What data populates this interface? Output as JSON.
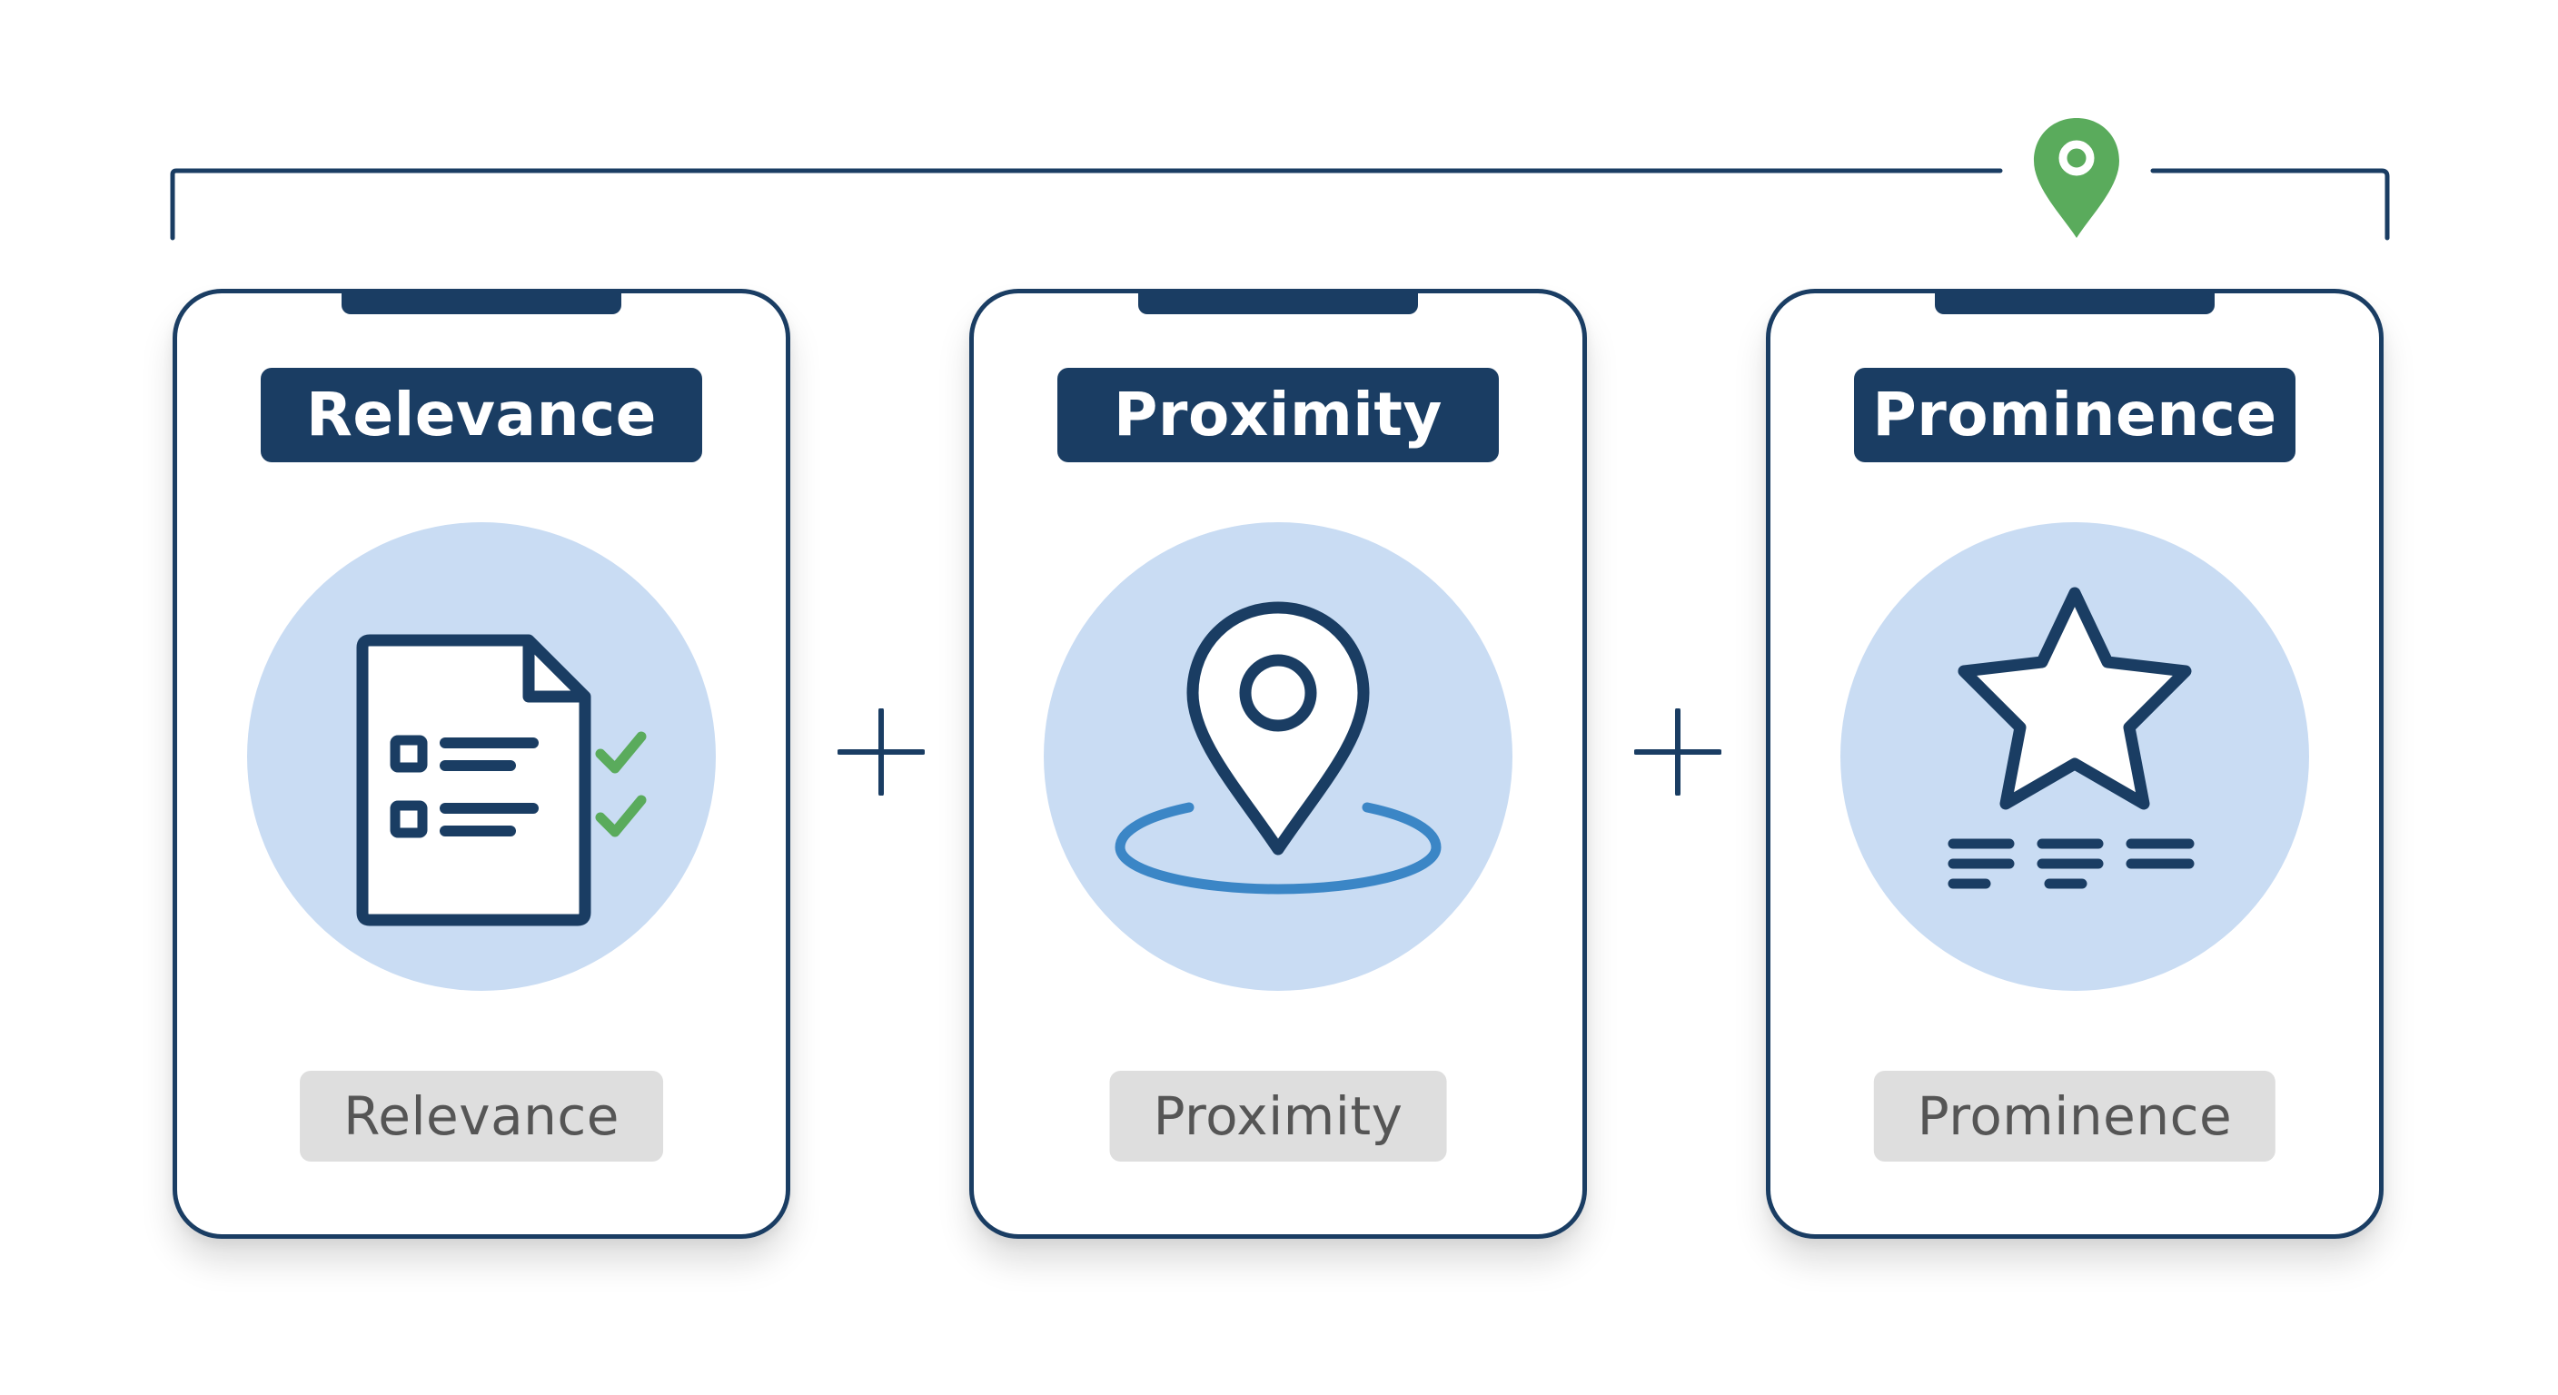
{
  "cards": [
    {
      "title": "Relevance",
      "caption": "Relevance",
      "icon": "document-checklist-icon"
    },
    {
      "title": "Proximity",
      "caption": "Proximity",
      "icon": "location-pin-icon"
    },
    {
      "title": "Prominence",
      "caption": "Prominence",
      "icon": "star-rating-icon"
    }
  ],
  "connectors": [
    "plus-icon",
    "plus-icon"
  ],
  "top_marker": {
    "icon": "map-pin-icon"
  },
  "colors": {
    "navy": "#1a3d63",
    "circle_fill": "#c9dcf3",
    "accent_green": "#5aab5c",
    "accent_blue": "#3b86c6",
    "caption_bg": "#dedede",
    "caption_text": "#555555"
  }
}
